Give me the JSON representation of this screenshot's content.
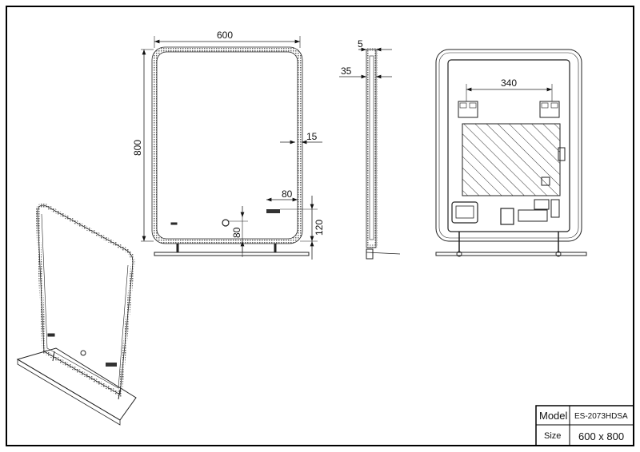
{
  "front_view": {
    "width_dim": "600",
    "height_dim": "800",
    "edge_dim": "15",
    "display_offset_dim": "80",
    "display_height_dim": "120",
    "switch_height_dim": "80"
  },
  "side_view": {
    "thickness_top_dim": "5",
    "depth_dim": "35"
  },
  "back_view": {
    "bracket_spacing_dim": "340"
  },
  "title_block": {
    "model_label": "Model",
    "model_value": "ES-2073HDSA",
    "size_label": "Size",
    "size_value": "600 x 800"
  },
  "colors": {
    "line": "#111111",
    "frame": "#000000"
  }
}
